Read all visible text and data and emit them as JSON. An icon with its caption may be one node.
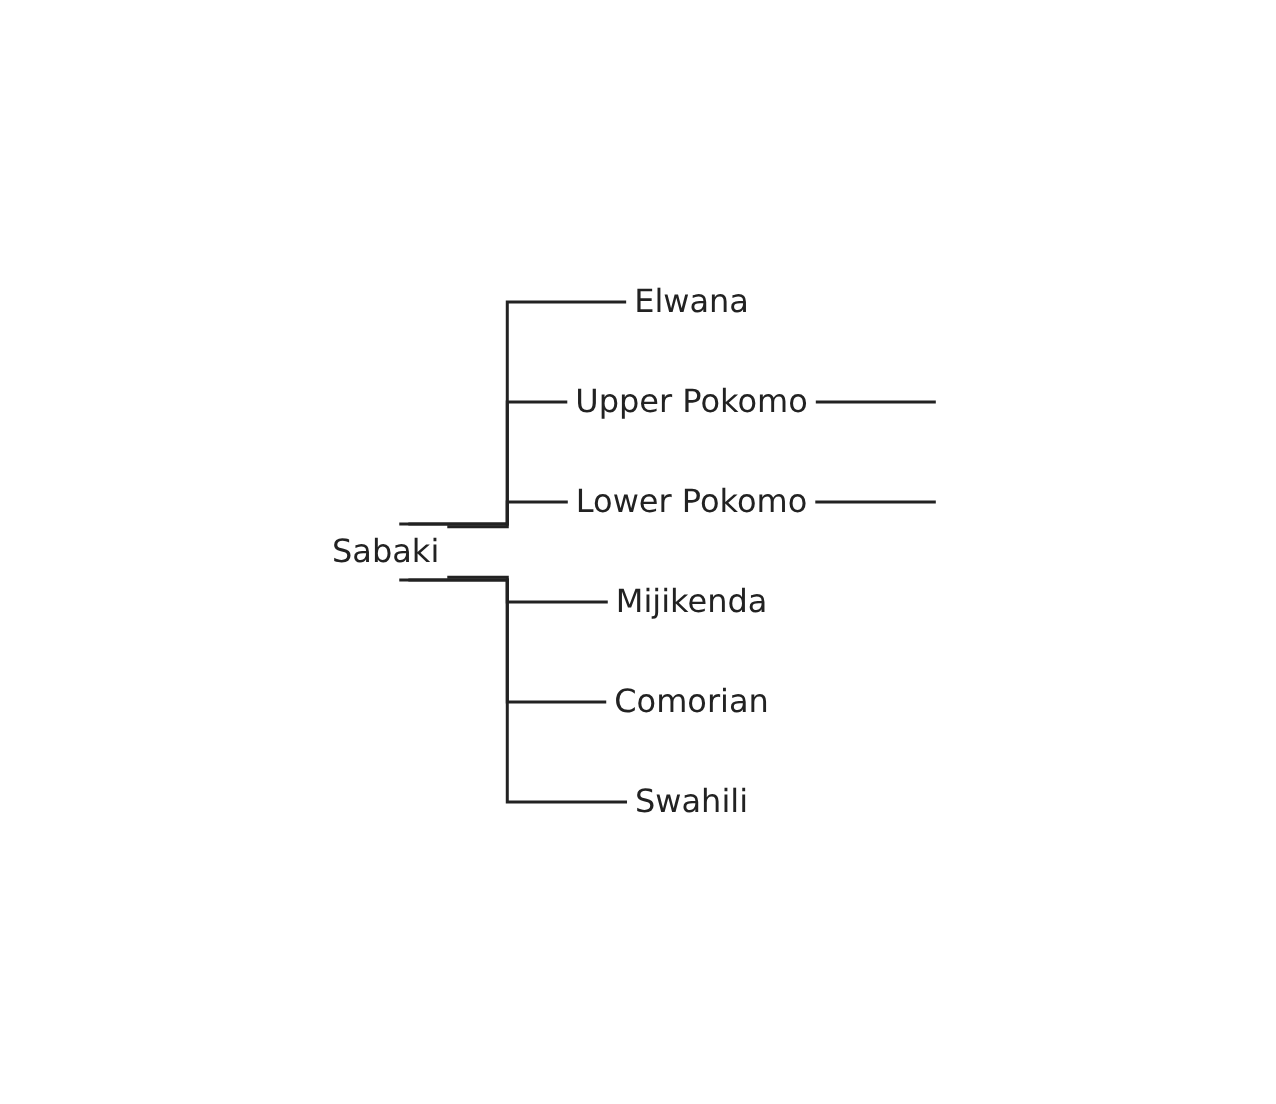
{
  "diagram": {
    "nodes": [
      {
        "text": [
          "Elwana"
        ]
      },
      {
        "text": [
          "Upper Pokomo"
        ]
      },
      {
        "text": [
          "Lower Pokomo"
        ]
      },
      {
        "text": [
          "Sabaki"
        ]
      },
      {
        "text": [
          "Mijikenda"
        ]
      },
      {
        "text": [
          "Comorian"
        ]
      },
      {
        "text": [
          "Swahili"
        ]
      }
    ],
    "edges": [
      {
        "from": 3,
        "to": 0,
        "arrow": "none"
      },
      {
        "from": 3,
        "to": 1,
        "arrow": "none"
      },
      {
        "from": 3,
        "to": 2,
        "arrow": "none"
      },
      {
        "from": 3,
        "to": 4,
        "arrow": "none"
      },
      {
        "from": 3,
        "to": 5,
        "arrow": "none"
      },
      {
        "from": 3,
        "to": 6,
        "arrow": "none"
      },
      {
        "from": 1,
        "to": null,
        "arrow": "none"
      },
      {
        "from": 2,
        "to": null,
        "arrow": "none"
      }
    ]
  }
}
